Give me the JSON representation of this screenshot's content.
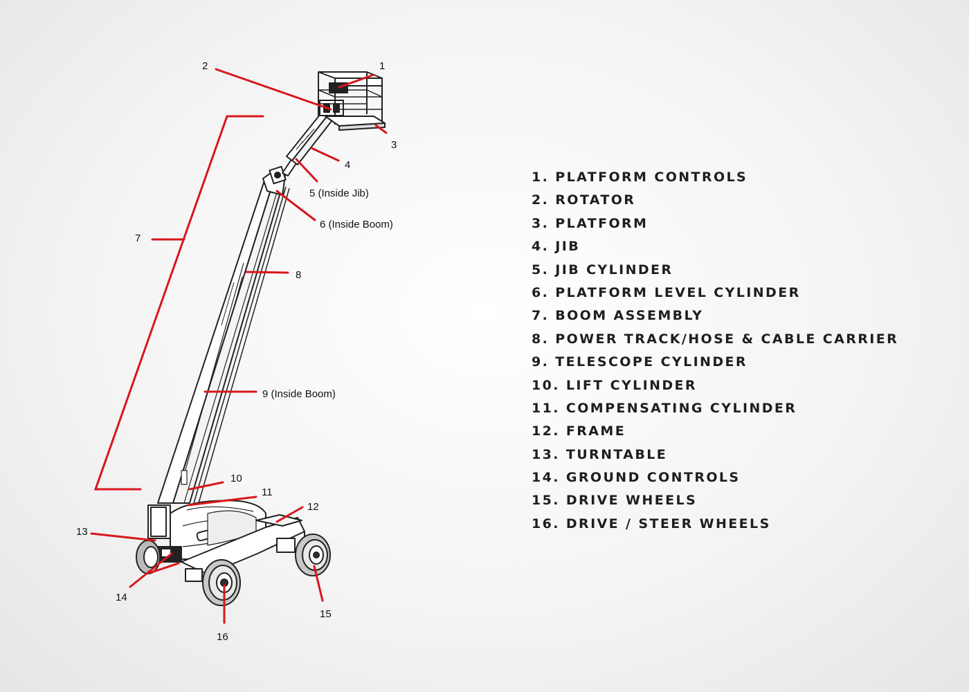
{
  "callouts": [
    {
      "id": "1",
      "text": "1"
    },
    {
      "id": "2",
      "text": "2"
    },
    {
      "id": "3",
      "text": "3"
    },
    {
      "id": "4",
      "text": "4"
    },
    {
      "id": "5",
      "text": "5 (Inside Jib)"
    },
    {
      "id": "6",
      "text": "6 (Inside Boom)"
    },
    {
      "id": "7",
      "text": "7"
    },
    {
      "id": "8",
      "text": "8"
    },
    {
      "id": "9",
      "text": "9 (Inside Boom)"
    },
    {
      "id": "10",
      "text": "10"
    },
    {
      "id": "11",
      "text": "11"
    },
    {
      "id": "12",
      "text": "12"
    },
    {
      "id": "13",
      "text": "13"
    },
    {
      "id": "14",
      "text": "14"
    },
    {
      "id": "15",
      "text": "15"
    },
    {
      "id": "16",
      "text": "16"
    }
  ],
  "legend": [
    "1. PLATFORM CONTROLS",
    "2. ROTATOR",
    "3. PLATFORM",
    "4. JIB",
    "5. JIB CYLINDER",
    "6. PLATFORM LEVEL CYLINDER",
    "7. BOOM ASSEMBLY",
    "8. POWER TRACK/HOSE & CABLE CARRIER",
    "9. TELESCOPE CYLINDER",
    "10. LIFT CYLINDER",
    "11. COMPENSATING CYLINDER",
    "12. FRAME",
    "13. TURNTABLE",
    "14. GROUND CONTROLS",
    "15. DRIVE WHEELS",
    "16. DRIVE / STEER WHEELS"
  ],
  "colors": {
    "leader": "#d8161b",
    "line": "#222222",
    "fill": "#ffffff"
  }
}
